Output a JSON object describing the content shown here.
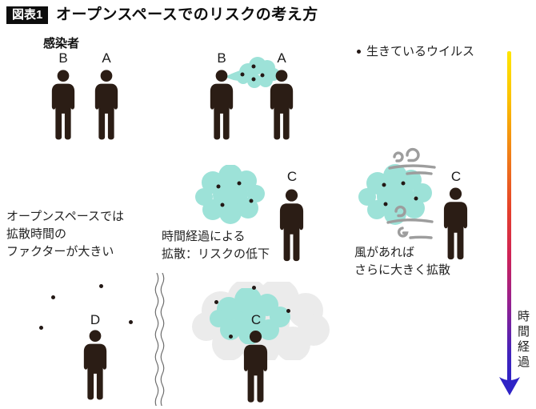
{
  "header": {
    "badge": "図表1",
    "title": "オープンスペースでのリスクの考え方"
  },
  "legend": {
    "label": "生きているウイルス"
  },
  "timeline": {
    "label": "時間経過"
  },
  "scene1": {
    "caption": "感染者",
    "left_label": "B",
    "right_label": "A"
  },
  "scene2": {
    "left_label": "B",
    "right_label": "A"
  },
  "scene3": {
    "person_label": "C",
    "caption_lines": [
      "時間経過による",
      "拡散：リスクの低下"
    ]
  },
  "note": {
    "lines": [
      "オープンスペースでは",
      "拡散時間の",
      "ファクターが大きい"
    ]
  },
  "scene4": {
    "person_label": "C",
    "caption_lines": [
      "風があれば",
      "さらに大きく拡散"
    ]
  },
  "scene5": {
    "person_label": "D"
  },
  "scene6": {
    "person_label": "C"
  },
  "colors": {
    "virus_cloud": "#9de2d8",
    "diffused_cloud": "#ebebeb",
    "person": "#2b1d15",
    "wind": "#9d9d9d",
    "virus_dot": "#231815",
    "time_gradient_top": "#ffe600",
    "time_gradient_mid": "#e5402a",
    "time_gradient_bottom": "#2f23c6"
  }
}
